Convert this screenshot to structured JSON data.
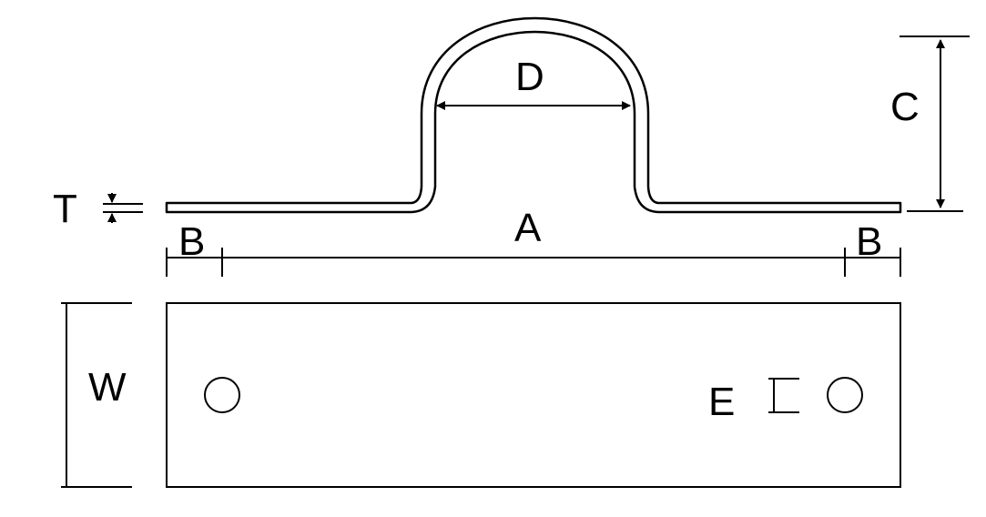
{
  "labels": {
    "A": "A",
    "B_left": "B",
    "B_right": "B",
    "C": "C",
    "D": "D",
    "E": "E",
    "T": "T",
    "W": "W"
  }
}
